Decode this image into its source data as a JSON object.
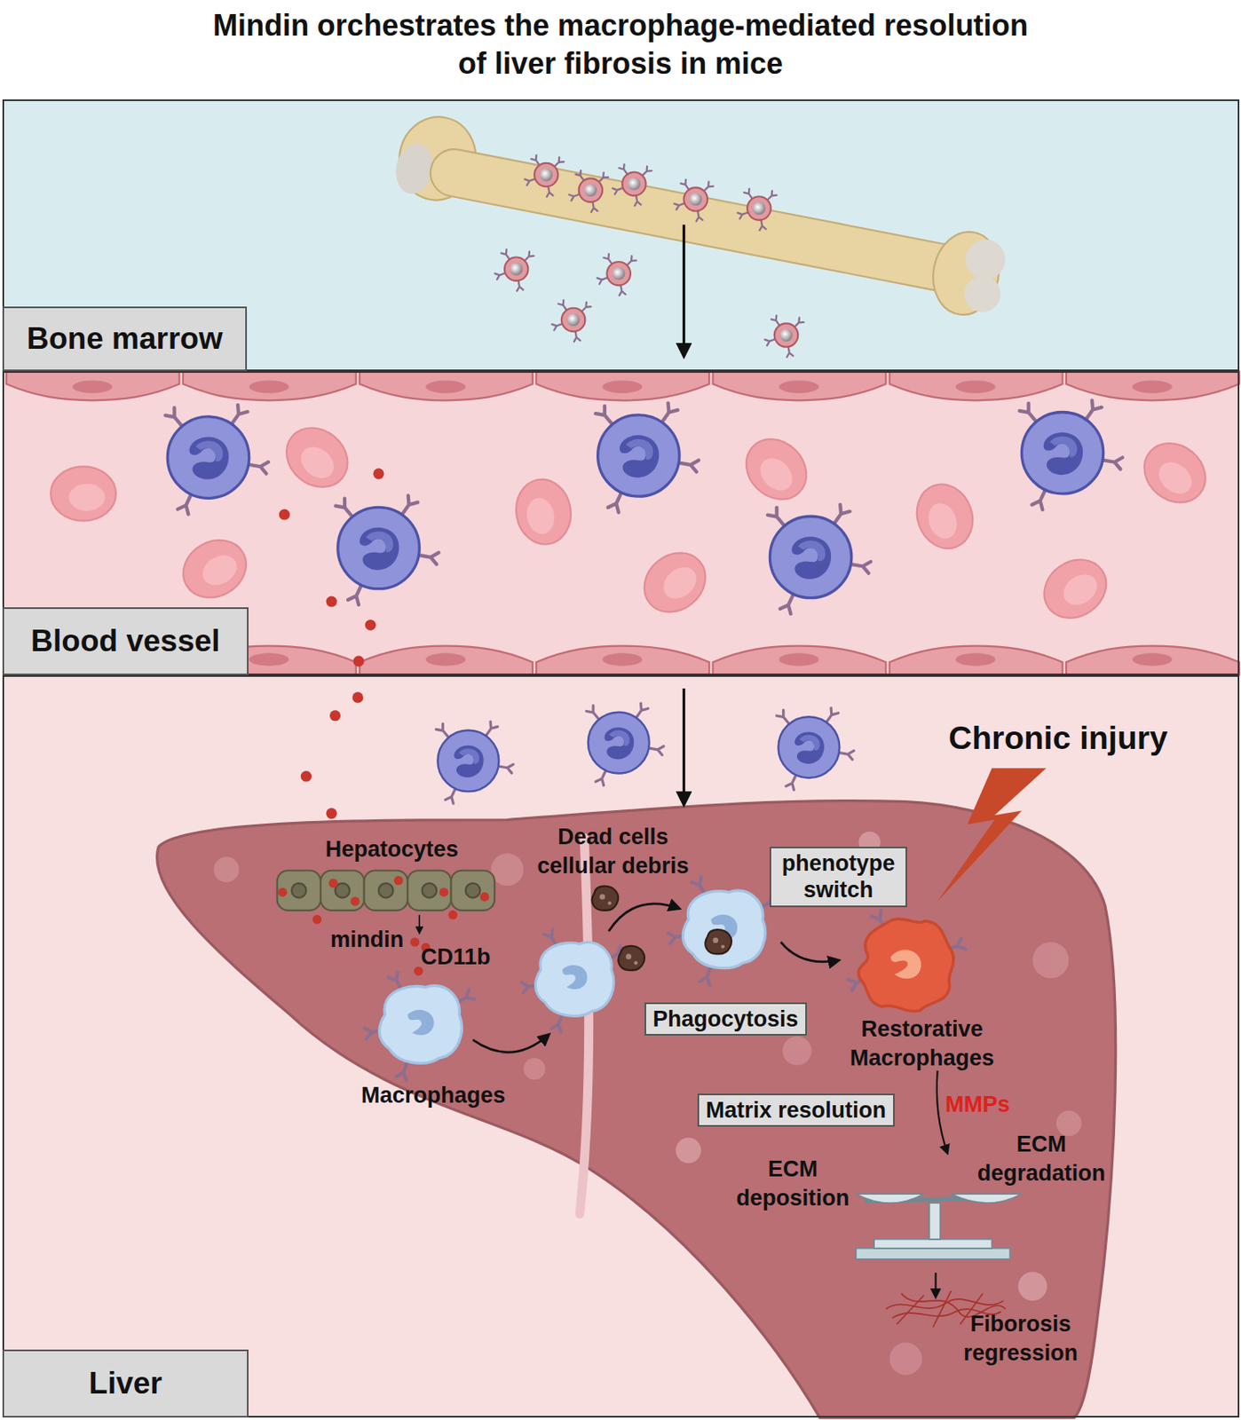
{
  "diagram": {
    "title": "Mindin orchestrates the macrophage-mediated resolution of liver fibrosis in mice",
    "nodes": [
      {
        "text": [
          "Bone marrow"
        ]
      },
      {
        "text": [
          "Blood vessel"
        ]
      },
      {
        "text": [
          "Liver"
        ]
      },
      {
        "text": [
          "phenotype switch"
        ],
        "in": 2
      },
      {
        "text": [
          "Phagocytosis"
        ],
        "in": 2
      },
      {
        "text": [
          "Matrix resolution"
        ],
        "in": 2
      }
    ],
    "labels": [
      "Chronic injury",
      "Hepatocytes",
      "mindin",
      "Dead cells cellular debris",
      "CD11b",
      "Macrophages",
      "Restorative Macrophages",
      "MMPs",
      "ECM deposition",
      "ECM degradation",
      "Fiborosis regression"
    ]
  }
}
